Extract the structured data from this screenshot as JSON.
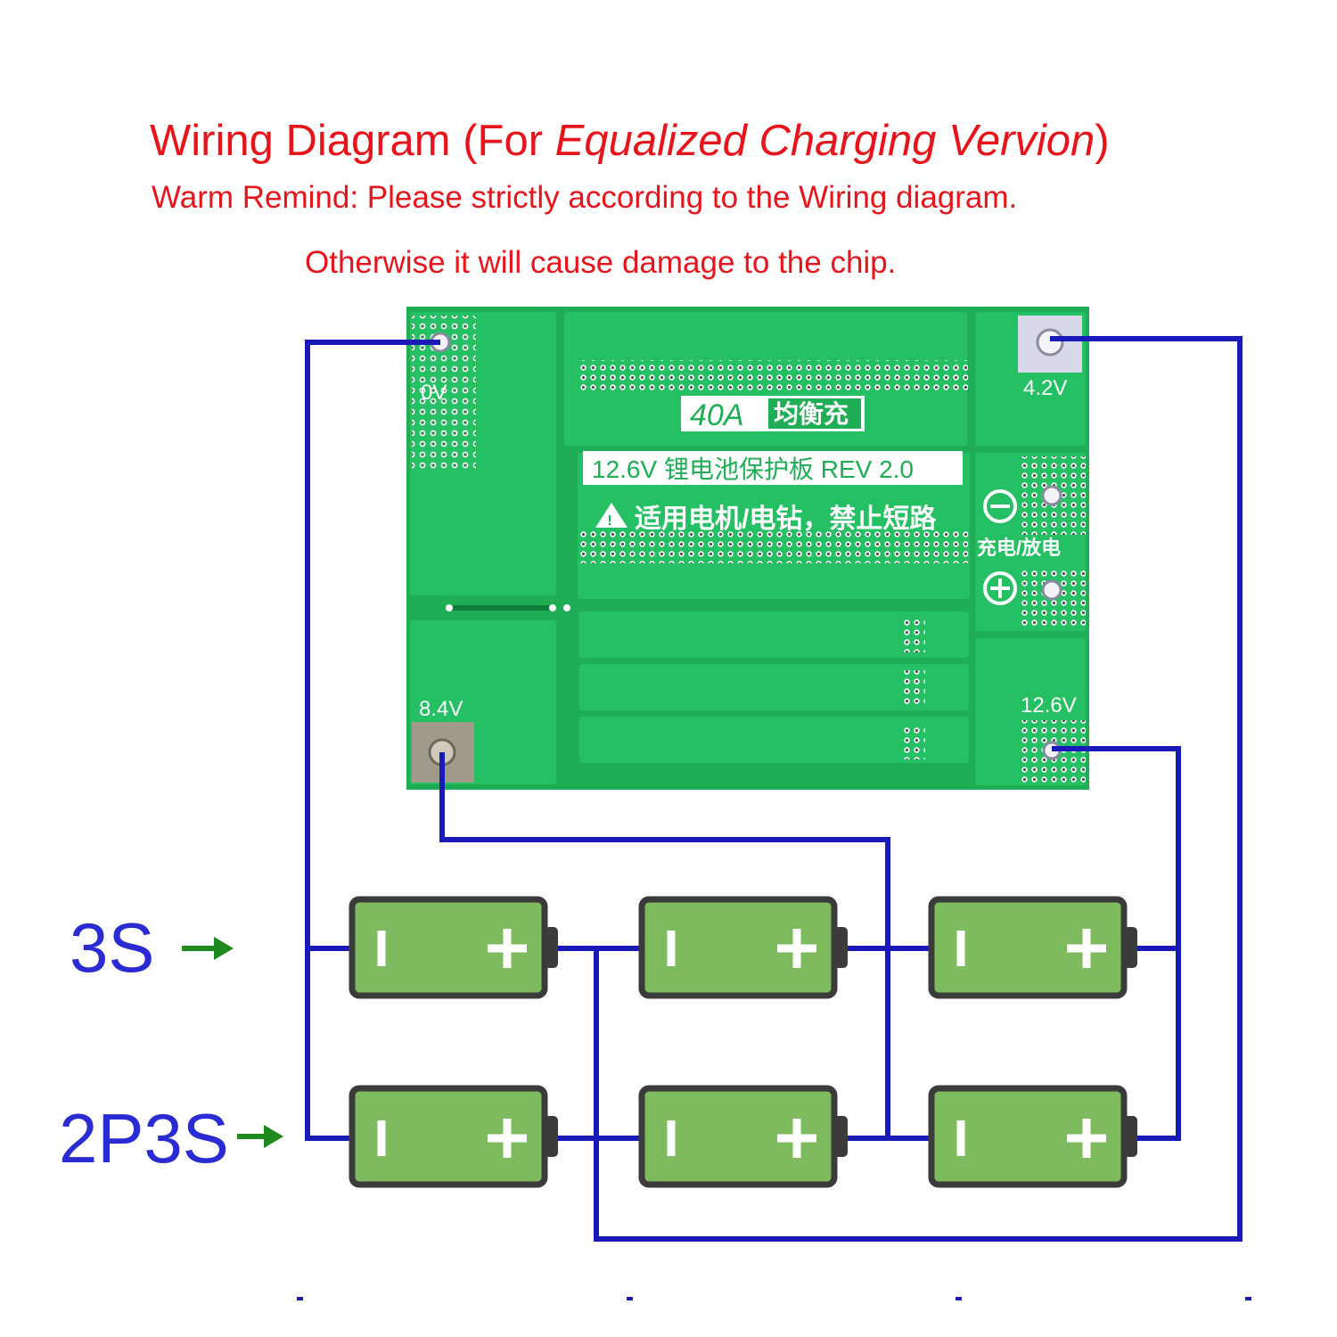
{
  "title": {
    "prefix": "Wiring Diagram (For ",
    "italic": "Equalized Charging Vervion",
    "suffix": ")"
  },
  "remind": {
    "line1": "Warm Remind: Please strictly according to the Wiring diagram.",
    "line2": "Otherwise it will cause damage to the chip."
  },
  "board": {
    "model_label": "40A",
    "model_cn": "均衡充",
    "rev_label": "12.6V 锂电池保护板 REV 2.0",
    "warning_cn": "适用电机/电钻，禁止短路",
    "pad_0v": "0V",
    "pad_42v": "4.2V",
    "pad_84v": "8.4V",
    "pad_126v": "12.6V",
    "charge_discharge_cn": "充电/放电"
  },
  "labels": {
    "series": "3S",
    "parallel_series": "2P3S"
  },
  "colors": {
    "title_red": "#e8141b",
    "label_blue": "#2b2bd4",
    "wire_blue": "#1a1ab8",
    "arrow_green": "#1e8a1e",
    "board_green": "#1fb25a",
    "battery_fill": "#7dbb5e",
    "battery_border": "#3b3b3b"
  }
}
